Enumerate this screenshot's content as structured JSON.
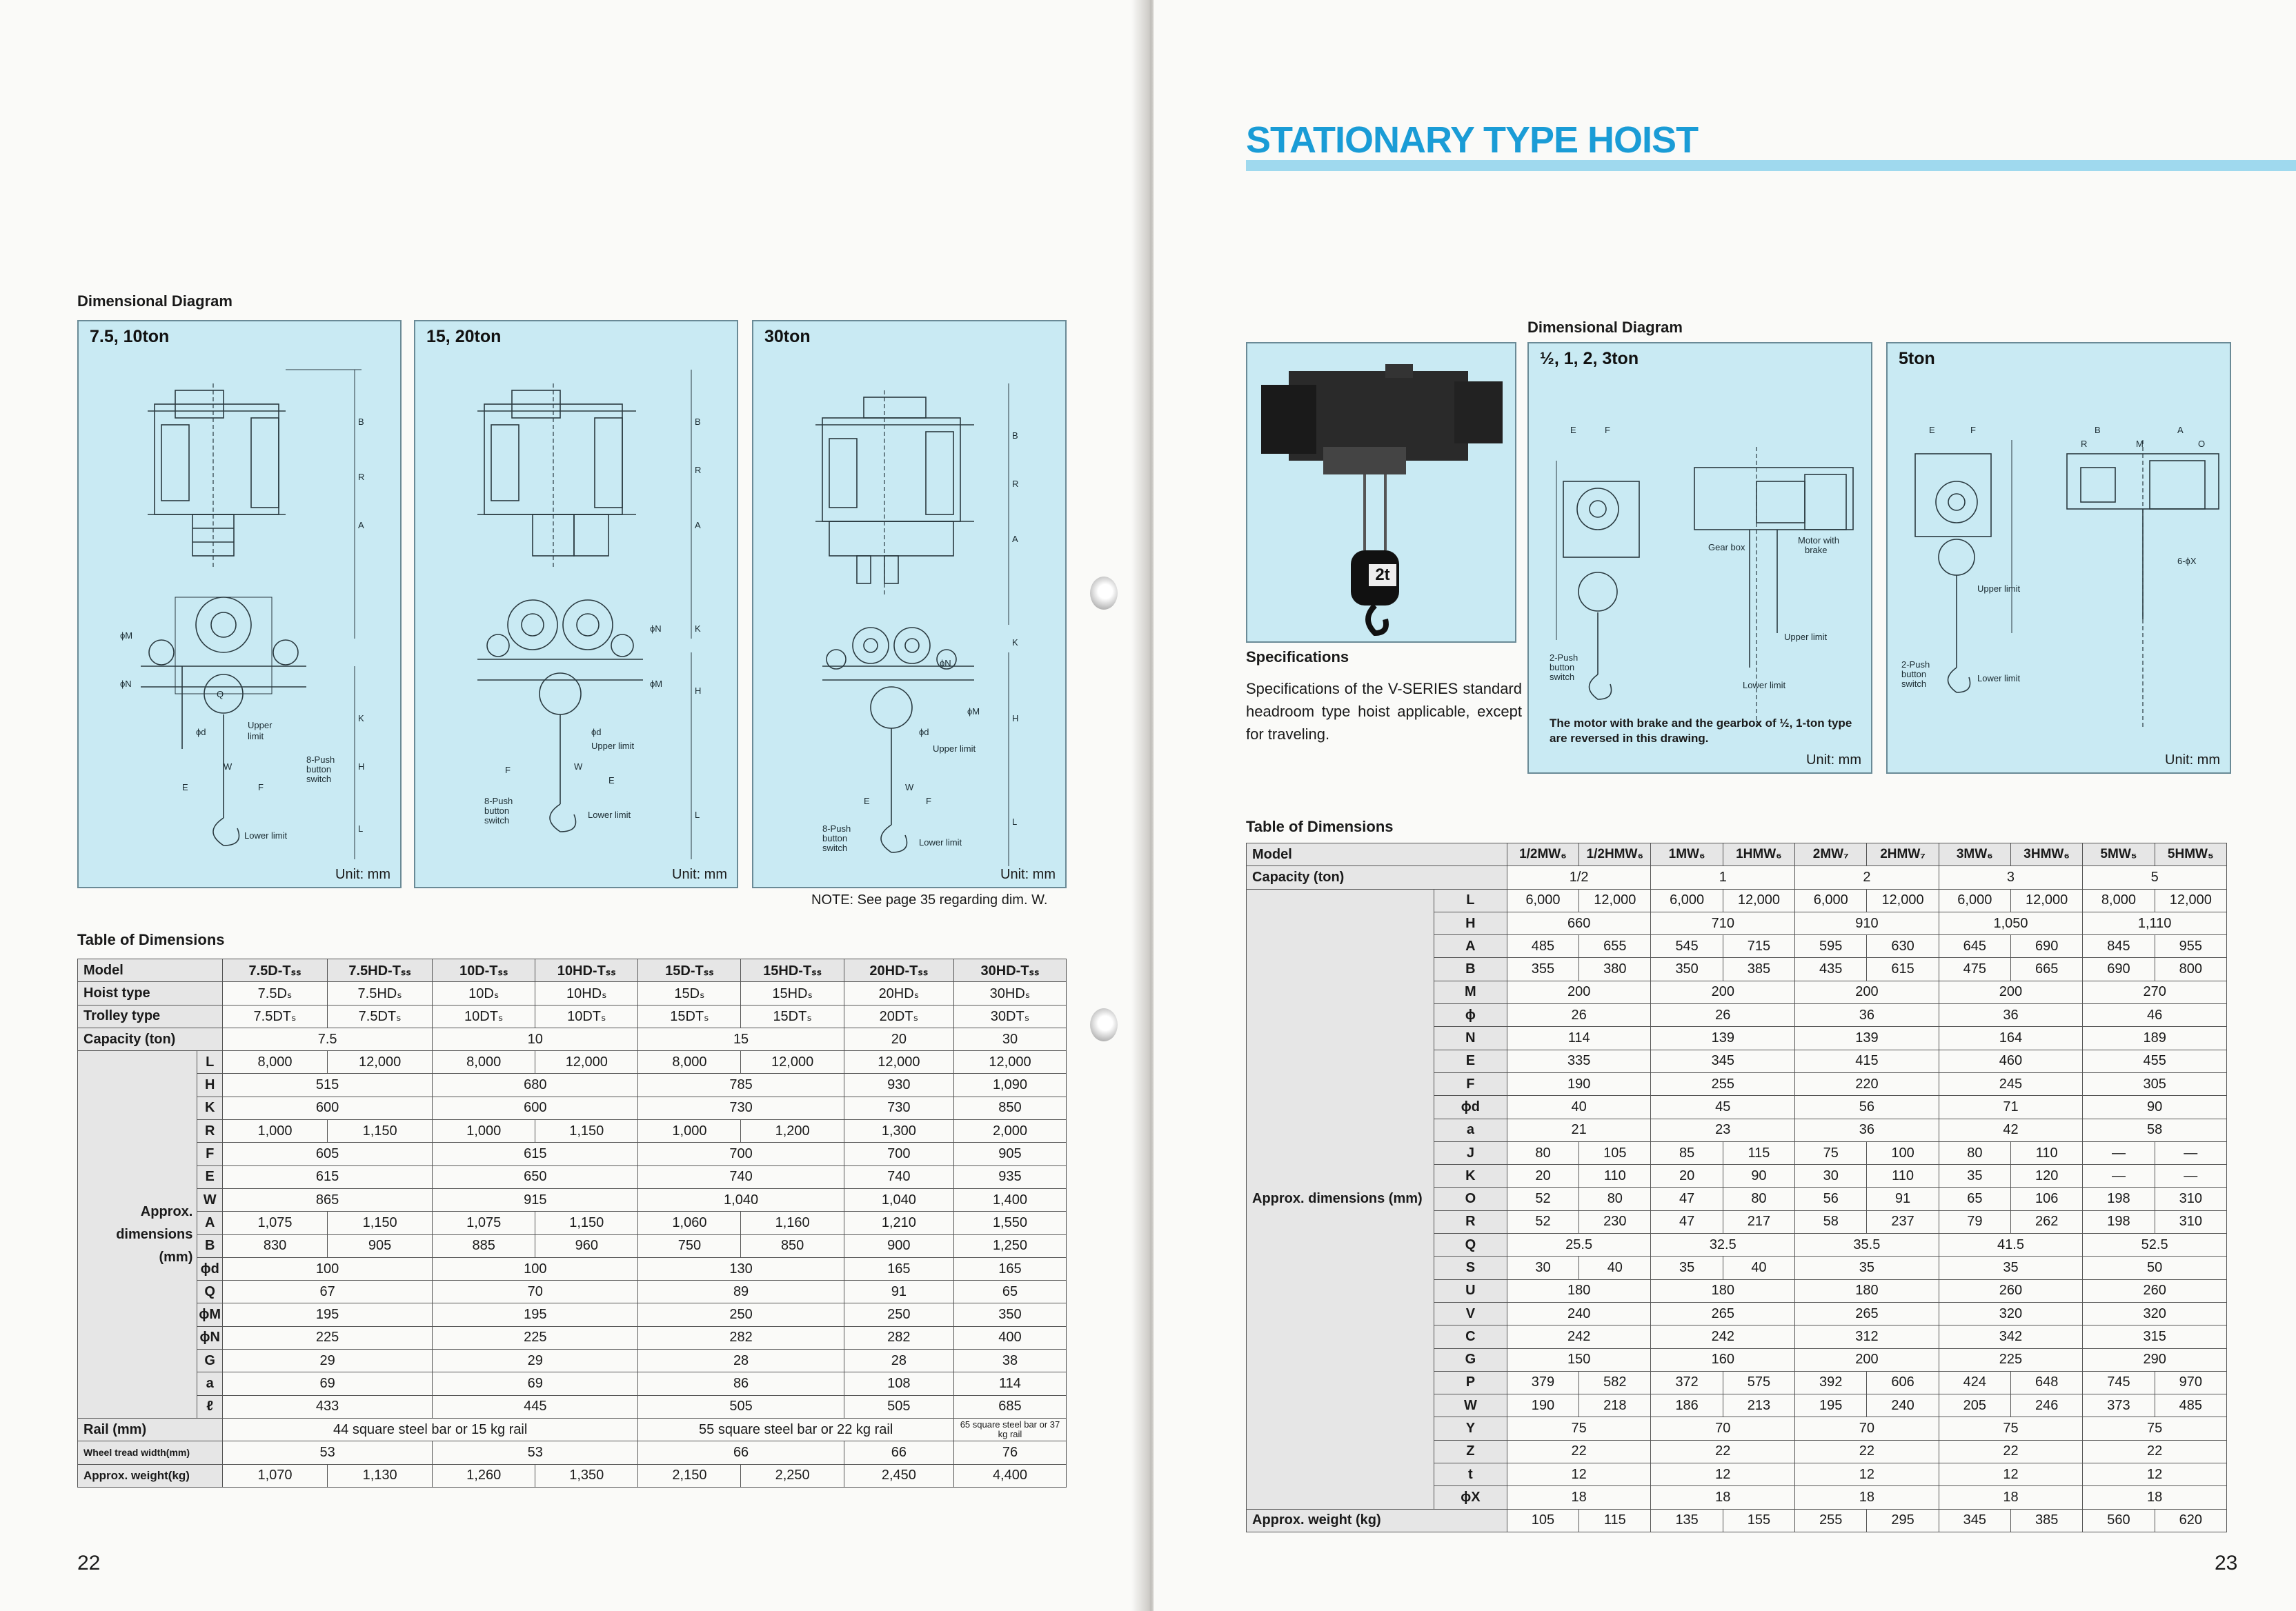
{
  "left": {
    "section_title": "Dimensional Diagram",
    "panels": [
      {
        "title": "7.5, 10ton",
        "unit": "Unit: mm"
      },
      {
        "title": "15, 20ton",
        "unit": "Unit: mm"
      },
      {
        "title": "30ton",
        "unit": "Unit: mm"
      }
    ],
    "note": "NOTE: See page 35 regarding dim. W.",
    "table_title": "Table of Dimensions",
    "table": {
      "model_label": "Model",
      "models": [
        "7.5D-Tₛₛ",
        "7.5HD-Tₛₛ",
        "10D-Tₛₛ",
        "10HD-Tₛₛ",
        "15D-Tₛₛ",
        "15HD-Tₛₛ",
        "20HD-Tₛₛ",
        "30HD-Tₛₛ"
      ],
      "hoist_label": "Hoist type",
      "hoist": [
        "7.5Dₛ",
        "7.5HDₛ",
        "10Dₛ",
        "10HDₛ",
        "15Dₛ",
        "15HDₛ",
        "20HDₛ",
        "30HDₛ"
      ],
      "trolley_label": "Trolley type",
      "trolley": [
        "7.5DTₛ",
        "7.5DTₛ",
        "10DTₛ",
        "10DTₛ",
        "15DTₛ",
        "15DTₛ",
        "20DTₛ",
        "30DTₛ"
      ],
      "capacity_label": "Capacity (ton)",
      "capacity": [
        "7.5",
        "10",
        "15",
        "20",
        "30"
      ],
      "group_label": [
        "Approx.",
        "dimensions",
        "(mm)"
      ],
      "rows": [
        {
          "k": "L",
          "v": [
            "8,000",
            "12,000",
            "8,000",
            "12,000",
            "8,000",
            "12,000",
            "12,000",
            "12,000"
          ]
        },
        {
          "k": "H",
          "v": [
            "515",
            "680",
            "785",
            "930",
            "1,090"
          ]
        },
        {
          "k": "K",
          "v": [
            "600",
            "600",
            "730",
            "730",
            "850"
          ]
        },
        {
          "k": "R",
          "v": [
            "1,000",
            "1,150",
            "1,000",
            "1,150",
            "1,000",
            "1,200",
            "1,300",
            "2,000"
          ]
        },
        {
          "k": "F",
          "v": [
            "605",
            "615",
            "700",
            "700",
            "905"
          ]
        },
        {
          "k": "E",
          "v": [
            "615",
            "650",
            "740",
            "740",
            "935"
          ]
        },
        {
          "k": "W",
          "v": [
            "865",
            "915",
            "1,040",
            "1,040",
            "1,400"
          ]
        },
        {
          "k": "A",
          "v": [
            "1,075",
            "1,150",
            "1,075",
            "1,150",
            "1,060",
            "1,160",
            "1,210",
            "1,550"
          ]
        },
        {
          "k": "B",
          "v": [
            "830",
            "905",
            "885",
            "960",
            "750",
            "850",
            "900",
            "1,250"
          ]
        },
        {
          "k": "ϕd",
          "v": [
            "100",
            "100",
            "130",
            "165",
            "165"
          ]
        },
        {
          "k": "Q",
          "v": [
            "67",
            "70",
            "89",
            "91",
            "65"
          ]
        },
        {
          "k": "ϕM",
          "v": [
            "195",
            "195",
            "250",
            "250",
            "350"
          ]
        },
        {
          "k": "ϕN",
          "v": [
            "225",
            "225",
            "282",
            "282",
            "400"
          ]
        },
        {
          "k": "G",
          "v": [
            "29",
            "29",
            "28",
            "28",
            "38"
          ]
        },
        {
          "k": "a",
          "v": [
            "69",
            "69",
            "86",
            "108",
            "114"
          ]
        },
        {
          "k": "ℓ",
          "v": [
            "433",
            "445",
            "505",
            "505",
            "685"
          ]
        }
      ],
      "rail_label": "Rail (mm)",
      "rail": [
        "44 square steel bar or 15 kg rail",
        "55 square steel bar or 22 kg rail",
        "65 square steel bar or 37 kg rail"
      ],
      "wheel_label": "Wheel tread width(mm)",
      "wheel": [
        "53",
        "53",
        "66",
        "66",
        "76"
      ],
      "weight_label": "Approx. weight(kg)",
      "weight": [
        "1,070",
        "1,130",
        "1,260",
        "1,350",
        "2,150",
        "2,250",
        "2,450",
        "4,400"
      ]
    },
    "page_number": "22"
  },
  "right": {
    "header": "STATIONARY TYPE HOIST",
    "accent": "#1a9cd6",
    "section_title": "Dimensional Diagram",
    "spec_title": "Specifications",
    "spec_text": "Specifications of the V-SERIES standard headroom type hoist applicable, except for traveling.",
    "photo_tag": "2t",
    "panels": [
      {
        "title": "½, 1, 2, 3ton",
        "note": "The motor with brake and the gearbox of ½, 1-ton type are reversed in this drawing.",
        "unit": "Unit: mm"
      },
      {
        "title": "5ton",
        "unit": "Unit: mm"
      }
    ],
    "table_title": "Table of Dimensions",
    "table": {
      "model_label": "Model",
      "models": [
        "1/2MW₆",
        "1/2HMW₆",
        "1MW₆",
        "1HMW₆",
        "2MW₇",
        "2HMW₇",
        "3MW₆",
        "3HMW₆",
        "5MW₅",
        "5HMW₅"
      ],
      "capacity_label": "Capacity (ton)",
      "capacity": [
        "1/2",
        "1",
        "2",
        "3",
        "5"
      ],
      "group_label": "Approx. dimensions (mm)",
      "rows": [
        {
          "k": "L",
          "v": [
            "6,000",
            "12,000",
            "6,000",
            "12,000",
            "6,000",
            "12,000",
            "6,000",
            "12,000",
            "8,000",
            "12,000"
          ]
        },
        {
          "k": "H",
          "v": [
            "660",
            "710",
            "910",
            "1,050",
            "1,110"
          ]
        },
        {
          "k": "A",
          "v": [
            "485",
            "655",
            "545",
            "715",
            "595",
            "630",
            "645",
            "690",
            "845",
            "955"
          ]
        },
        {
          "k": "B",
          "v": [
            "355",
            "380",
            "350",
            "385",
            "435",
            "615",
            "475",
            "665",
            "690",
            "800"
          ]
        },
        {
          "k": "M",
          "v": [
            "200",
            "200",
            "200",
            "200",
            "270"
          ]
        },
        {
          "k": "ϕ",
          "v": [
            "26",
            "26",
            "36",
            "36",
            "46"
          ]
        },
        {
          "k": "N",
          "v": [
            "114",
            "139",
            "139",
            "164",
            "189"
          ]
        },
        {
          "k": "E",
          "v": [
            "335",
            "345",
            "415",
            "460",
            "455"
          ]
        },
        {
          "k": "F",
          "v": [
            "190",
            "255",
            "220",
            "245",
            "305"
          ]
        },
        {
          "k": "ϕd",
          "v": [
            "40",
            "45",
            "56",
            "71",
            "90"
          ]
        },
        {
          "k": "a",
          "v": [
            "21",
            "23",
            "36",
            "42",
            "58"
          ]
        },
        {
          "k": "J",
          "v": [
            "80",
            "105",
            "85",
            "115",
            "75",
            "100",
            "80",
            "110",
            "—",
            "—"
          ]
        },
        {
          "k": "K",
          "v": [
            "20",
            "110",
            "20",
            "90",
            "30",
            "110",
            "35",
            "120",
            "—",
            "—"
          ]
        },
        {
          "k": "O",
          "v": [
            "52",
            "80",
            "47",
            "80",
            "56",
            "91",
            "65",
            "106",
            "198",
            "310"
          ]
        },
        {
          "k": "R",
          "v": [
            "52",
            "230",
            "47",
            "217",
            "58",
            "237",
            "79",
            "262",
            "198",
            "310"
          ]
        },
        {
          "k": "Q",
          "v": [
            "25.5",
            "32.5",
            "35.5",
            "41.5",
            "52.5"
          ]
        },
        {
          "k": "S",
          "v": [
            "30",
            "40",
            "35",
            "40",
            "35",
            "35",
            "50"
          ]
        },
        {
          "k": "U",
          "v": [
            "180",
            "180",
            "180",
            "260",
            "260"
          ]
        },
        {
          "k": "V",
          "v": [
            "240",
            "265",
            "265",
            "320",
            "320"
          ]
        },
        {
          "k": "C",
          "v": [
            "242",
            "242",
            "312",
            "342",
            "315"
          ]
        },
        {
          "k": "G",
          "v": [
            "150",
            "160",
            "200",
            "225",
            "290"
          ]
        },
        {
          "k": "P",
          "v": [
            "379",
            "582",
            "372",
            "575",
            "392",
            "606",
            "424",
            "648",
            "745",
            "970"
          ]
        },
        {
          "k": "W",
          "v": [
            "190",
            "218",
            "186",
            "213",
            "195",
            "240",
            "205",
            "246",
            "373",
            "485"
          ]
        },
        {
          "k": "Y",
          "v": [
            "75",
            "70",
            "70",
            "75",
            "75"
          ]
        },
        {
          "k": "Z",
          "v": [
            "22",
            "22",
            "22",
            "22",
            "22"
          ]
        },
        {
          "k": "t",
          "v": [
            "12",
            "12",
            "12",
            "12",
            "12"
          ]
        },
        {
          "k": "ϕX",
          "v": [
            "18",
            "18",
            "18",
            "18",
            "18"
          ]
        }
      ],
      "weight_label": "Approx. weight (kg)",
      "weight": [
        "105",
        "115",
        "135",
        "155",
        "255",
        "295",
        "345",
        "385",
        "560",
        "620"
      ]
    },
    "page_number": "23"
  }
}
